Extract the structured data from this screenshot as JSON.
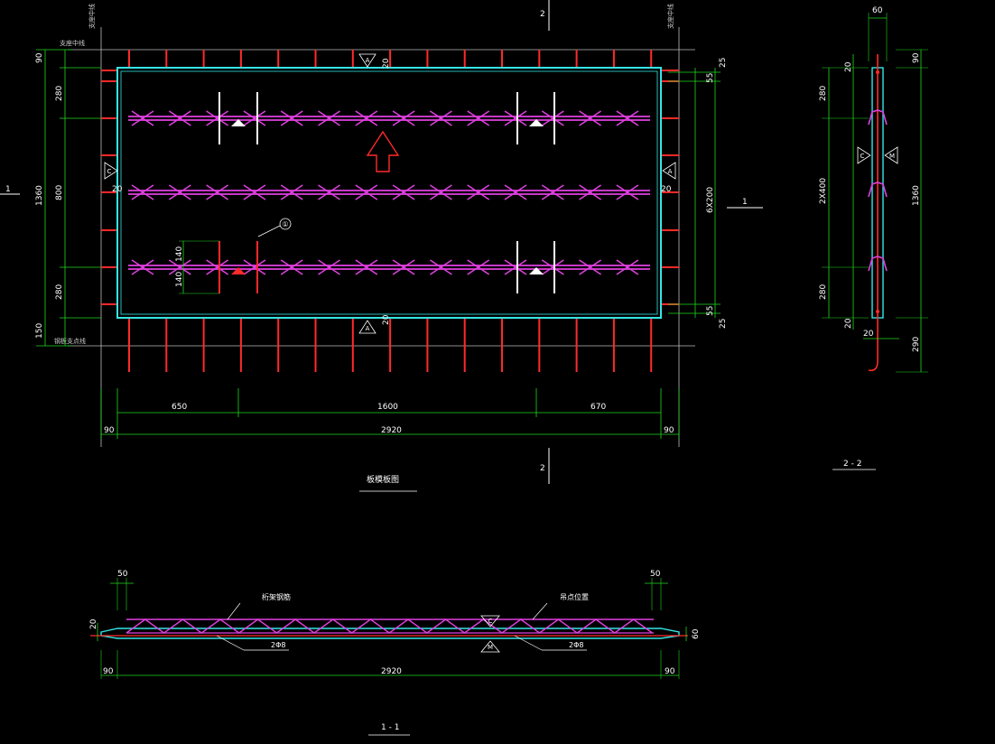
{
  "plan": {
    "title": "板模板图",
    "section_mark_left": "1",
    "section_mark_right": "1",
    "section_mark_top": "2",
    "section_mark_bottom": "2",
    "support_label_top_left": "支座中线",
    "support_label_bottom_left": "钢板支点线",
    "label_corner_tl": "支座中线",
    "label_corner_tr": "支座中线",
    "callout": "①",
    "marker_c": "C",
    "marker_a": "A",
    "marker_b": "B",
    "dims_left": [
      "90",
      "280",
      "800",
      "280",
      "150"
    ],
    "dim_left_total": "1360",
    "dims_right": [
      "25",
      "55",
      "6X200",
      "55",
      "25"
    ],
    "dims_inner": [
      "20",
      "20",
      "20",
      "20"
    ],
    "dims_140": [
      "140",
      "140"
    ],
    "dims_bottom_segments": [
      "650",
      "1600",
      "670"
    ],
    "dims_bottom_edges": [
      "90",
      "90"
    ],
    "dim_bottom_total": "2920"
  },
  "section22": {
    "title": "2 - 2",
    "dim_top": "60",
    "dims_left": [
      "20",
      "280",
      "2X400",
      "280",
      "20"
    ],
    "dims_right": [
      "90",
      "1360",
      "290"
    ],
    "dim_bottom": "20",
    "marker_c": "C",
    "marker_m": "M"
  },
  "section11": {
    "title": "1 - 1",
    "label_left": "桁架钢筋",
    "label_right": "吊点位置",
    "bar_left": "2Φ8",
    "bar_right": "2Φ8",
    "dims_top": [
      "50",
      "50"
    ],
    "dim_left": "20",
    "dim_right": "60",
    "dims_bottom_edges": [
      "90",
      "90"
    ],
    "dim_bottom_total": "2920",
    "marker_c": "C",
    "marker_m": "M"
  },
  "colors": {
    "slab_edge": "#35e6e6",
    "rebar": "#ff2a2a",
    "truss": "#e040e0",
    "dimension": "#1fd81f",
    "text": "#ffffff",
    "gridline": "#bdbdbd"
  }
}
